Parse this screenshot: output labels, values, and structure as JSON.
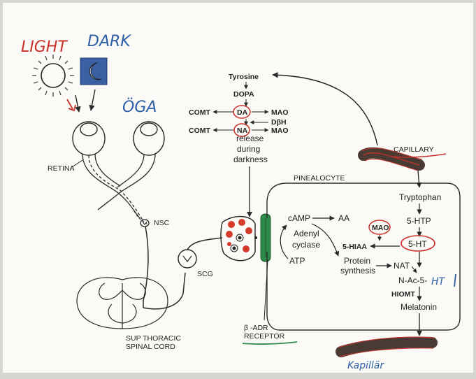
{
  "colors": {
    "paper": "#fbfaf6",
    "ink": "#2a2a2a",
    "red": "#c9312a",
    "blue": "#2d5fa8",
    "green": "#2e8a4a",
    "capillary": "#4a3a34"
  },
  "handwritten": {
    "light": "LIGHT",
    "dark": "DARK",
    "oga": "ÖGA",
    "ht_overwrite": "HT",
    "kapillar": "Kapillär"
  },
  "eye": {
    "retina": "RETINA",
    "nsc": "NSC",
    "scg": "SCG",
    "spinal_cord_line1": "SUP THORACIC",
    "spinal_cord_line2": "SPINAL CORD"
  },
  "catecholamine": {
    "tyrosine": "Tyrosine",
    "dopa": "DOPA",
    "comt1": "COMT",
    "da": "DA",
    "mao1": "MAO",
    "dbh": "DβH",
    "comt2": "COMT",
    "na": "NA",
    "mao2": "MAO",
    "release1": "release",
    "release2": "during",
    "release3": "darkness"
  },
  "capillary_label": "CAPILLARY",
  "pinealocyte": {
    "title": "PINEALOCYTE",
    "camp": "cAMP",
    "aa": "AA",
    "adenyl1": "Adenyl",
    "adenyl2": "cyclase",
    "atp": "ATP",
    "protein1": "Protein",
    "protein2": "synthesis",
    "tryptophan": "Tryptophan",
    "htp": "5-HTP",
    "mao": "MAO",
    "ht": "5-HT",
    "hiaa": "5-HIAA",
    "nat": "NAT",
    "nac": "N-Ac-5-",
    "hiomt": "HIOMT",
    "melatonin": "Melatonin"
  },
  "receptor": {
    "line1": "β -ADR",
    "line2": "RECEPTOR"
  }
}
